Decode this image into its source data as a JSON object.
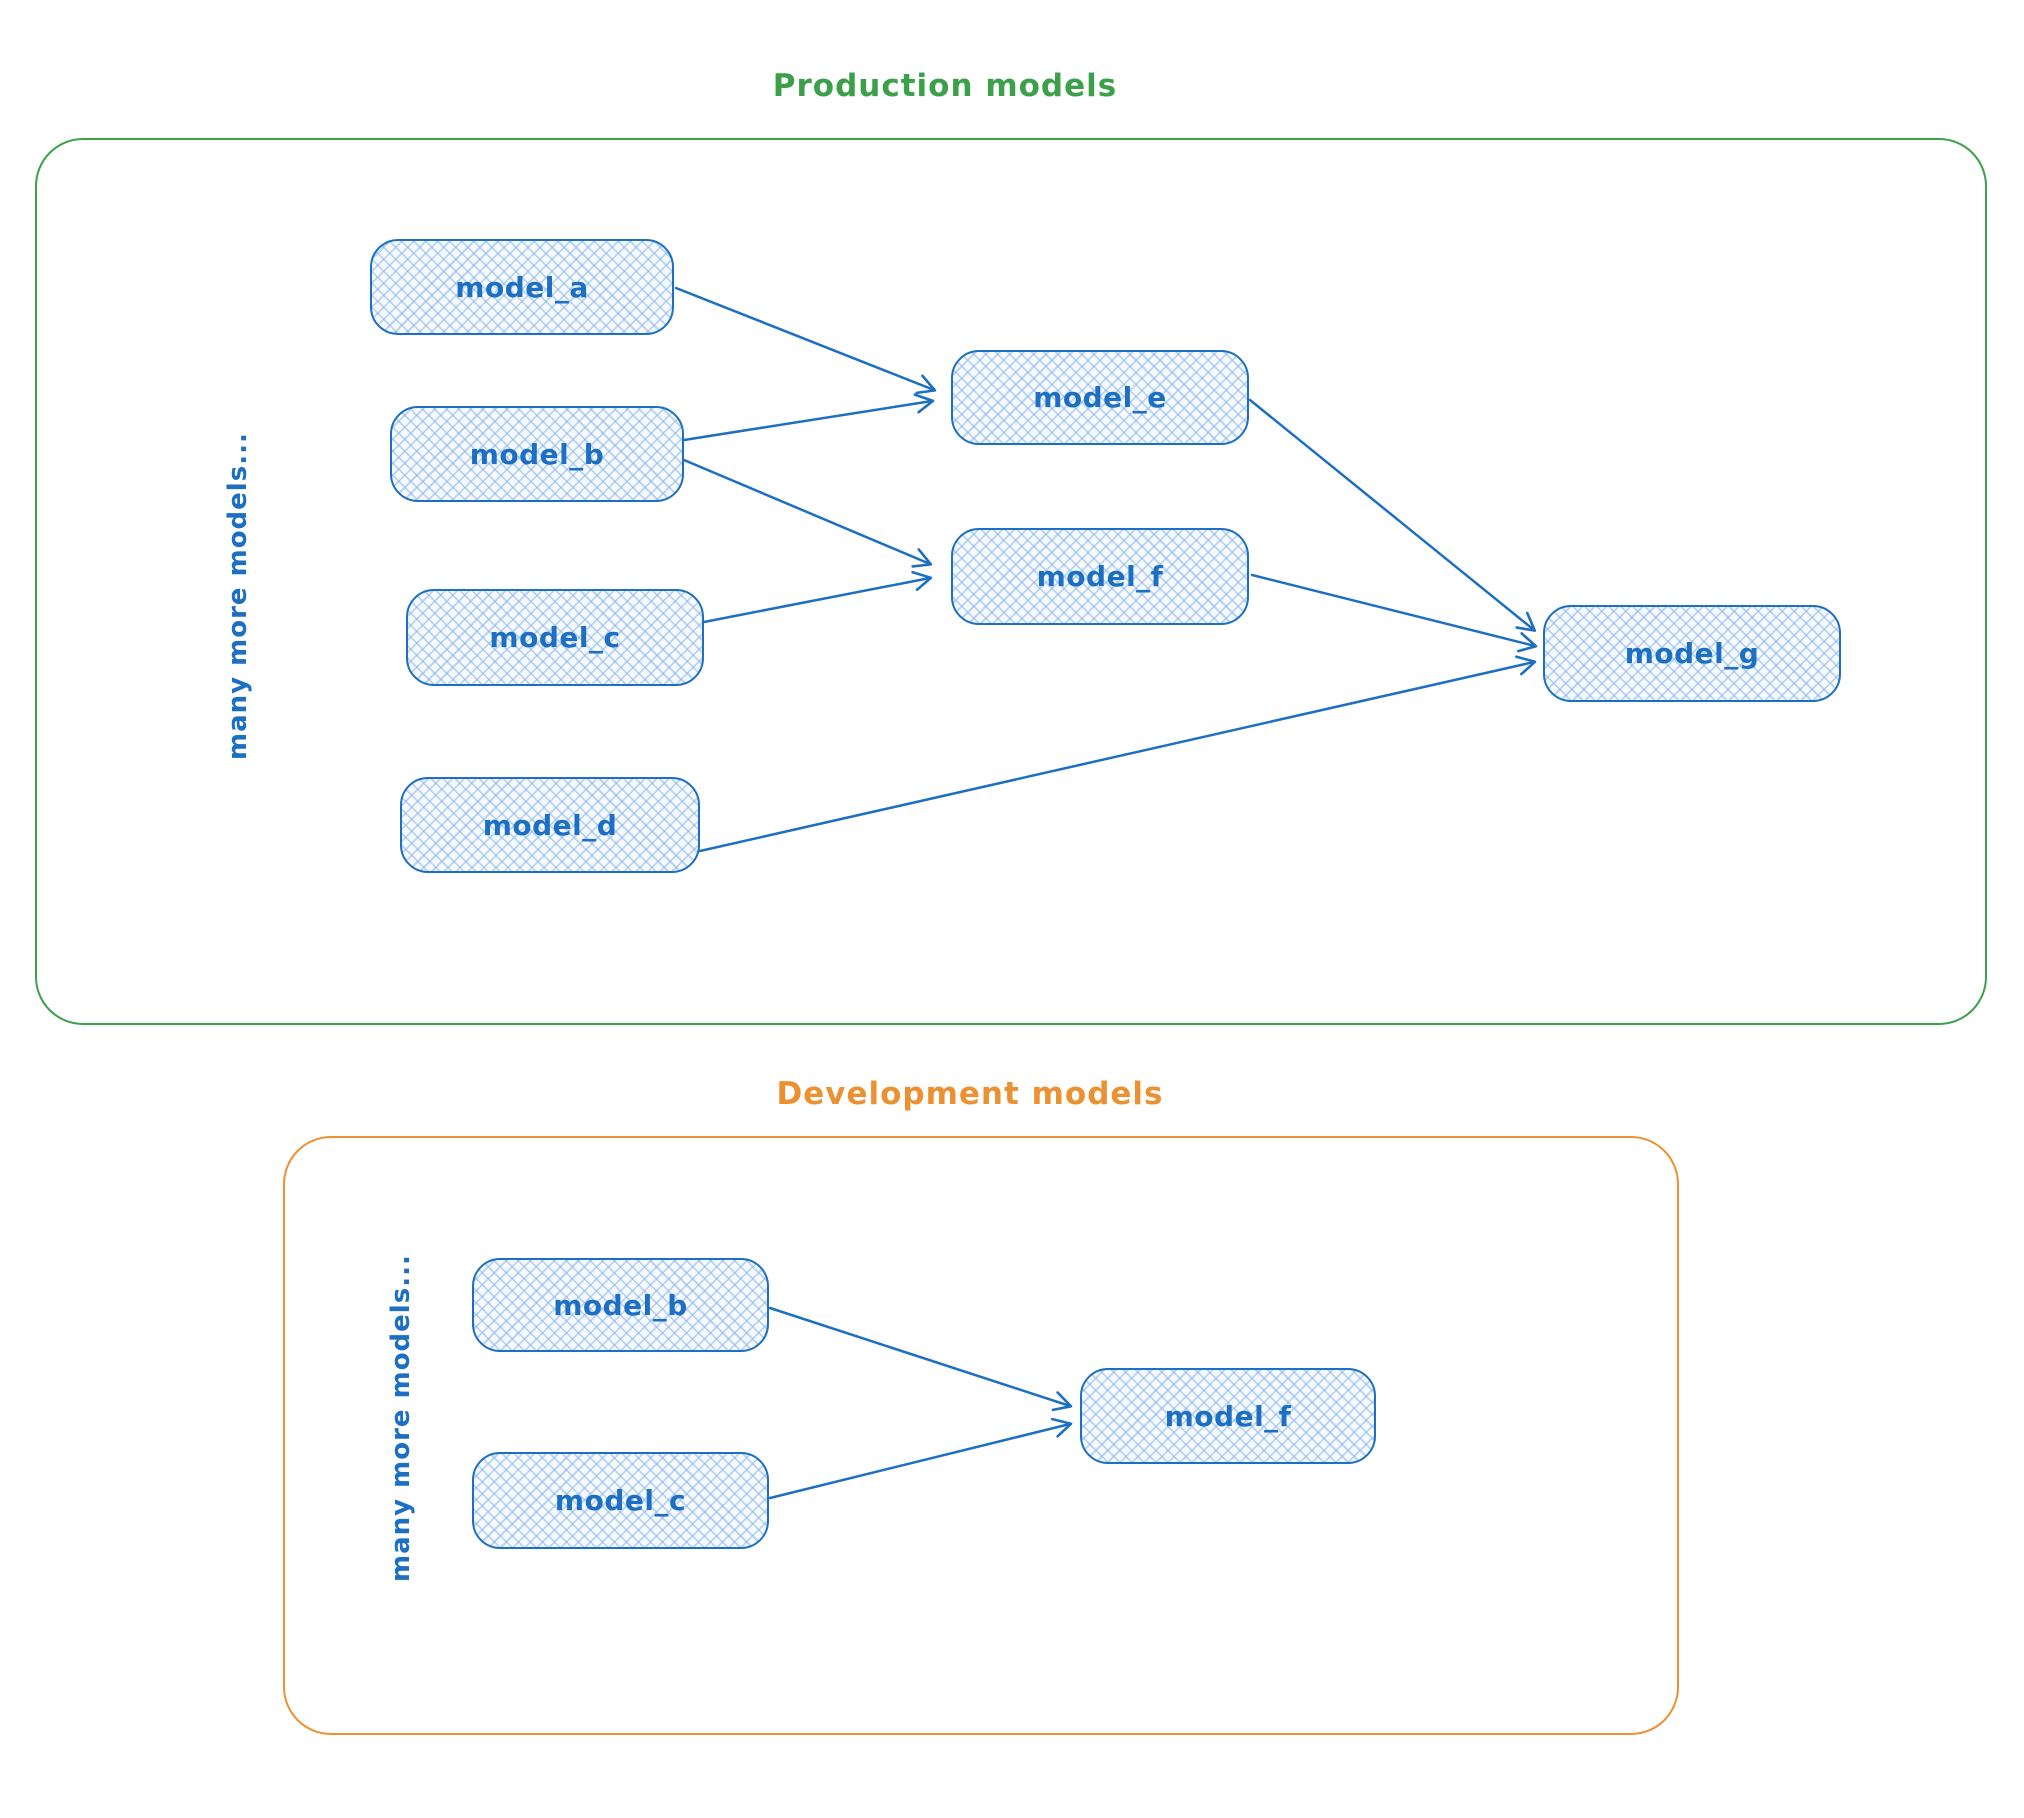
{
  "palette": {
    "node_border": "#1c6fc2",
    "node_fill": "#f6fafe",
    "node_hatch": "#89b4eb",
    "node_text": "#1c6fc2",
    "production_accent": "#3ca04b",
    "development_accent": "#ec9132",
    "arrow_color": "#1c6fc2"
  },
  "production": {
    "title": "Production models",
    "side_label": "many more models...",
    "nodes": {
      "model_a": "model_a",
      "model_b": "model_b",
      "model_c": "model_c",
      "model_d": "model_d",
      "model_e": "model_e",
      "model_f": "model_f",
      "model_g": "model_g"
    },
    "edges": [
      {
        "from": "model_a",
        "to": "model_e"
      },
      {
        "from": "model_b",
        "to": "model_e"
      },
      {
        "from": "model_b",
        "to": "model_f"
      },
      {
        "from": "model_c",
        "to": "model_f"
      },
      {
        "from": "model_e",
        "to": "model_g"
      },
      {
        "from": "model_f",
        "to": "model_g"
      },
      {
        "from": "model_d",
        "to": "model_g"
      }
    ]
  },
  "development": {
    "title": "Development models",
    "side_label": "many more models...",
    "nodes": {
      "model_b": "model_b",
      "model_c": "model_c",
      "model_f": "model_f"
    },
    "edges": [
      {
        "from": "model_b",
        "to": "model_f"
      },
      {
        "from": "model_c",
        "to": "model_f"
      }
    ]
  }
}
